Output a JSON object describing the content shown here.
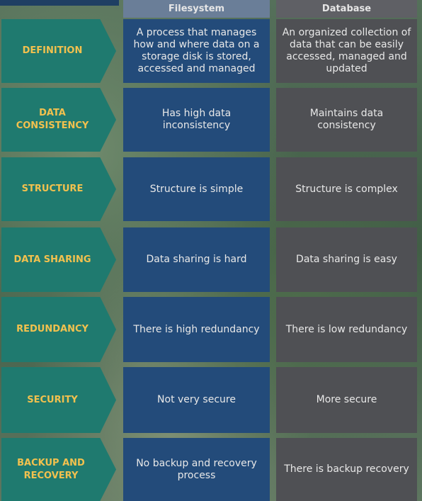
{
  "headers": {
    "filesystem": "Filesystem",
    "database": "Database"
  },
  "rows": [
    {
      "label": "DEFINITION",
      "filesystem": "A process that manages how and where data on a storage disk is stored, accessed and managed",
      "database": "An organized collection of data that can be easily accessed, managed and updated"
    },
    {
      "label": "DATA CONSISTENCY",
      "filesystem": "Has high data inconsistency",
      "database": "Maintains data consistency"
    },
    {
      "label": "STRUCTURE",
      "filesystem": "Structure is simple",
      "database": "Structure is complex"
    },
    {
      "label": "DATA SHARING",
      "filesystem": "Data sharing is hard",
      "database": "Data sharing is easy"
    },
    {
      "label": "REDUNDANCY",
      "filesystem": "There is high redundancy",
      "database": "There is low redundancy"
    },
    {
      "label": "SECURITY",
      "filesystem": "Not very secure",
      "database": "More secure"
    },
    {
      "label": "BACKUP AND RECOVERY",
      "filesystem": "No backup and recovery process",
      "database": "There is backup recovery"
    }
  ],
  "colors": {
    "label_bg": "#1f7a6f",
    "label_text": "#f2c14e",
    "filesystem_bg": "#234b7a",
    "database_bg": "#4f5054"
  }
}
